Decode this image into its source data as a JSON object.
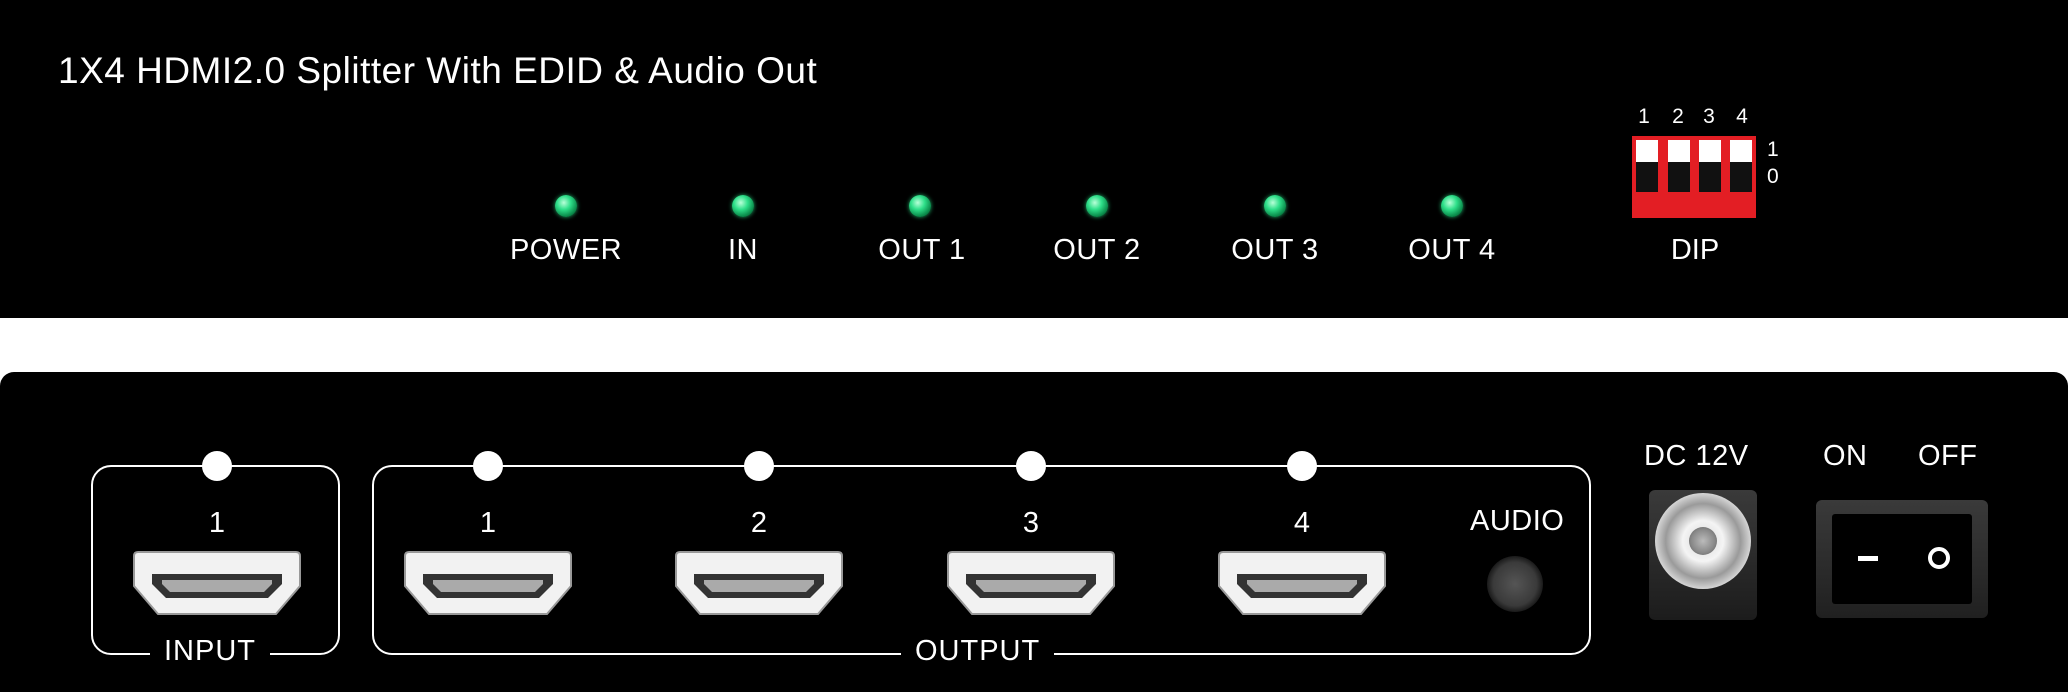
{
  "front_panel": {
    "title": "1X4 HDMI2.0 Splitter With EDID & Audio Out",
    "leds": [
      {
        "label": "POWER"
      },
      {
        "label": "IN"
      },
      {
        "label": "OUT 1"
      },
      {
        "label": "OUT 2"
      },
      {
        "label": "OUT 3"
      },
      {
        "label": "OUT 4"
      }
    ],
    "led_color": "#2fe08a",
    "dip": {
      "label": "DIP",
      "switch_numbers": [
        "1",
        "2",
        "3",
        "4"
      ],
      "state_labels": [
        "1",
        "0"
      ],
      "switch_states": [
        "1",
        "1",
        "1",
        "1"
      ],
      "color": "#e31e24"
    }
  },
  "rear_panel": {
    "input": {
      "label": "INPUT",
      "ports": [
        "1"
      ]
    },
    "output": {
      "label": "OUTPUT",
      "ports": [
        "1",
        "2",
        "3",
        "4"
      ],
      "audio_label": "AUDIO"
    },
    "power": {
      "dc_label": "DC 12V",
      "on_label": "ON",
      "off_label": "OFF"
    }
  }
}
